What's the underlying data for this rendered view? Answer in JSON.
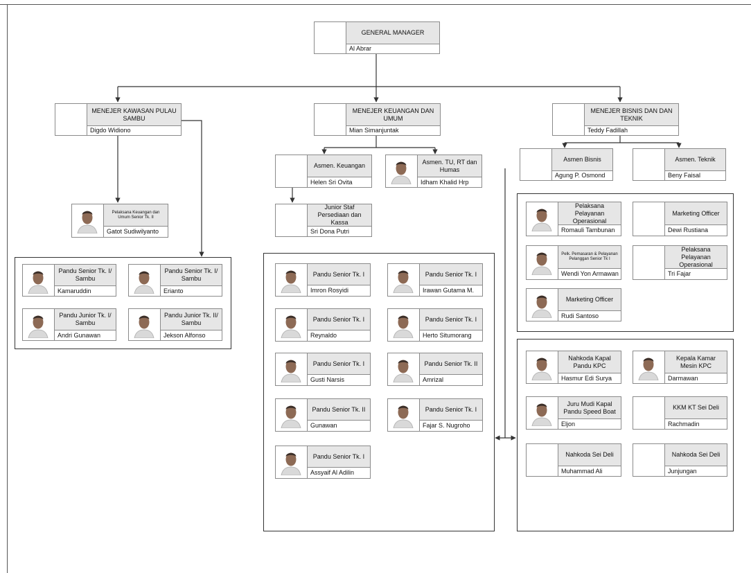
{
  "colors": {
    "header_fill": "#e6e6e6",
    "line": "#444444",
    "border": "#8a8a8a"
  },
  "general_manager": {
    "title": "GENERAL MANAGER",
    "name": "Al Abrar"
  },
  "kawasan": {
    "manager": {
      "title": "MENEJER KAWASAN PULAU SAMBU",
      "name": "Digdo Widiono"
    },
    "pelaksana": {
      "title": "Pelaksana Keuangan dan Umum Senior Tk. II",
      "name": "Gatot Sudiwilyanto"
    },
    "pandu": [
      {
        "title": "Pandu Senior Tk. I/ Sambu",
        "name": "Kamaruddin"
      },
      {
        "title": "Pandu Senior Tk. I/ Sambu",
        "name": "Erianto"
      },
      {
        "title": "Pandu Junior Tk. I/ Sambu",
        "name": "Andri Gunawan"
      },
      {
        "title": "Pandu Junior Tk. II/ Sambu",
        "name": "Jekson Alfonso"
      }
    ]
  },
  "keuangan": {
    "manager": {
      "title": "MENEJER KEUANGAN DAN UMUM",
      "name": "Mian Simanjuntak"
    },
    "asmen_keuangan": {
      "title": "Asmen. Keuangan",
      "name": "Helen Sri Ovita"
    },
    "asmen_tu": {
      "title": "Asmen. TU, RT dan Humas",
      "name": "Idham Khalid Hrp"
    },
    "junior_staf": {
      "title": "Junior Staf Persediaan dan Kassa",
      "name": "Sri Dona Putri"
    },
    "pandu": [
      {
        "title": "Pandu Senior Tk. I",
        "name": "Imron Rosyidi"
      },
      {
        "title": "Pandu Senior Tk. I",
        "name": "Irawan Gutama M."
      },
      {
        "title": "Pandu Senior Tk. I",
        "name": "Reynaldo"
      },
      {
        "title": "Pandu Senior Tk. I",
        "name": "Herto Situmorang"
      },
      {
        "title": "Pandu Senior Tk. I",
        "name": "Gusti Narsis"
      },
      {
        "title": "Pandu Senior Tk. II",
        "name": "Amrizal"
      },
      {
        "title": "Pandu Senior Tk. II",
        "name": "Gunawan"
      },
      {
        "title": "Pandu Senior Tk. I",
        "name": "Fajar S. Nugroho"
      },
      {
        "title": "Pandu Senior Tk. I",
        "name": "Assyaif Al Adilin"
      }
    ]
  },
  "bisnis": {
    "manager": {
      "title": "MENEJER BISNIS DAN DAN TEKNIK",
      "name": "Teddy Fadillah"
    },
    "asmen_bisnis": {
      "title": "Asmen Bisnis",
      "name": "Agung P. Osmond"
    },
    "asmen_teknik": {
      "title": "Asmen. Teknik",
      "name": "Beny Faisal"
    },
    "staff": [
      {
        "title": "Pelaksana Pelayanan Operasional",
        "name": "Romauli Tambunan"
      },
      {
        "title": "Marketing Officer",
        "name": "Dewi Rustiana"
      },
      {
        "title": "Pelk. Pemasaran & Pelayanan Pelanggan Senior Tk I",
        "name": "Wendi Yon Armawan"
      },
      {
        "title": "Pelaksana Pelayanan Operasional",
        "name": "Tri Fajar"
      },
      {
        "title": "Marketing Officer",
        "name": "Rudi Santoso"
      }
    ],
    "kapal": [
      {
        "title": "Nahkoda Kapal Pandu KPC",
        "name": "Hasmur Edi Surya"
      },
      {
        "title": "Kepala Kamar Mesin KPC",
        "name": "Darmawan"
      },
      {
        "title": "Juru Mudi Kapal Pandu Speed Boat",
        "name": "Eljon"
      },
      {
        "title": "KKM KT Sei Deli",
        "name": "Rachmadin"
      },
      {
        "title": "Nahkoda Sei Deli",
        "name": "Muhammad Ali"
      },
      {
        "title": "Nahkoda Sei Deli",
        "name": "Junjungan"
      }
    ]
  }
}
